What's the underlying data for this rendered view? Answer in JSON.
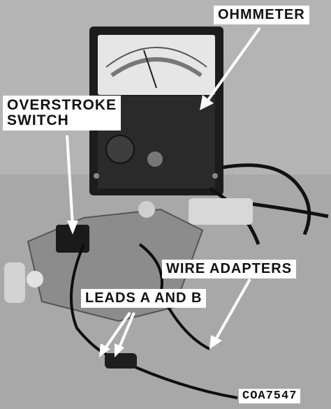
{
  "labels": {
    "ohmmeter": "OHMMETER",
    "overstroke_line1": "OVERSTROKE",
    "overstroke_line2": "SWITCH",
    "wire_adapters": "WIRE ADAPTERS",
    "leads": "LEADS A AND B"
  },
  "figure_code": "COA7547",
  "colors": {
    "label_bg": "#ffffff",
    "label_text": "#111111",
    "pointer": "#ffffff"
  }
}
